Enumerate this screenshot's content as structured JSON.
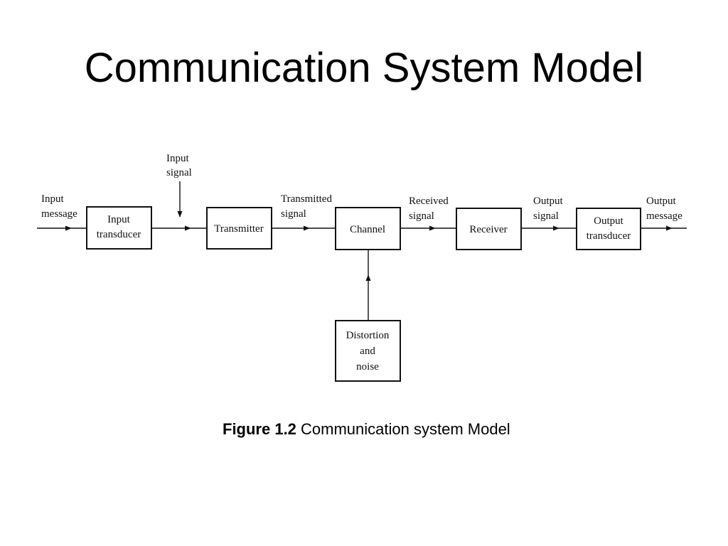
{
  "slide": {
    "title": "Communication System Model"
  },
  "diagram": {
    "blocks": {
      "input_transducer": [
        "Input",
        "transducer"
      ],
      "transmitter": [
        "Transmitter"
      ],
      "channel": [
        "Channel"
      ],
      "receiver": [
        "Receiver"
      ],
      "output_transducer": [
        "Output",
        "transducer"
      ],
      "distortion_noise": [
        "Distortion",
        "and",
        "noise"
      ]
    },
    "signals": {
      "input_message": [
        "Input",
        "message"
      ],
      "input_signal": [
        "Input",
        "signal"
      ],
      "transmitted_signal": [
        "Transmitted",
        "signal"
      ],
      "received_signal": [
        "Received",
        "signal"
      ],
      "output_signal": [
        "Output",
        "signal"
      ],
      "output_message": [
        "Output",
        "message"
      ]
    }
  },
  "caption": {
    "label": "Figure 1.2",
    "text": " Communication system Model"
  },
  "colors": {
    "stroke": "#111111",
    "background": "#ffffff"
  }
}
